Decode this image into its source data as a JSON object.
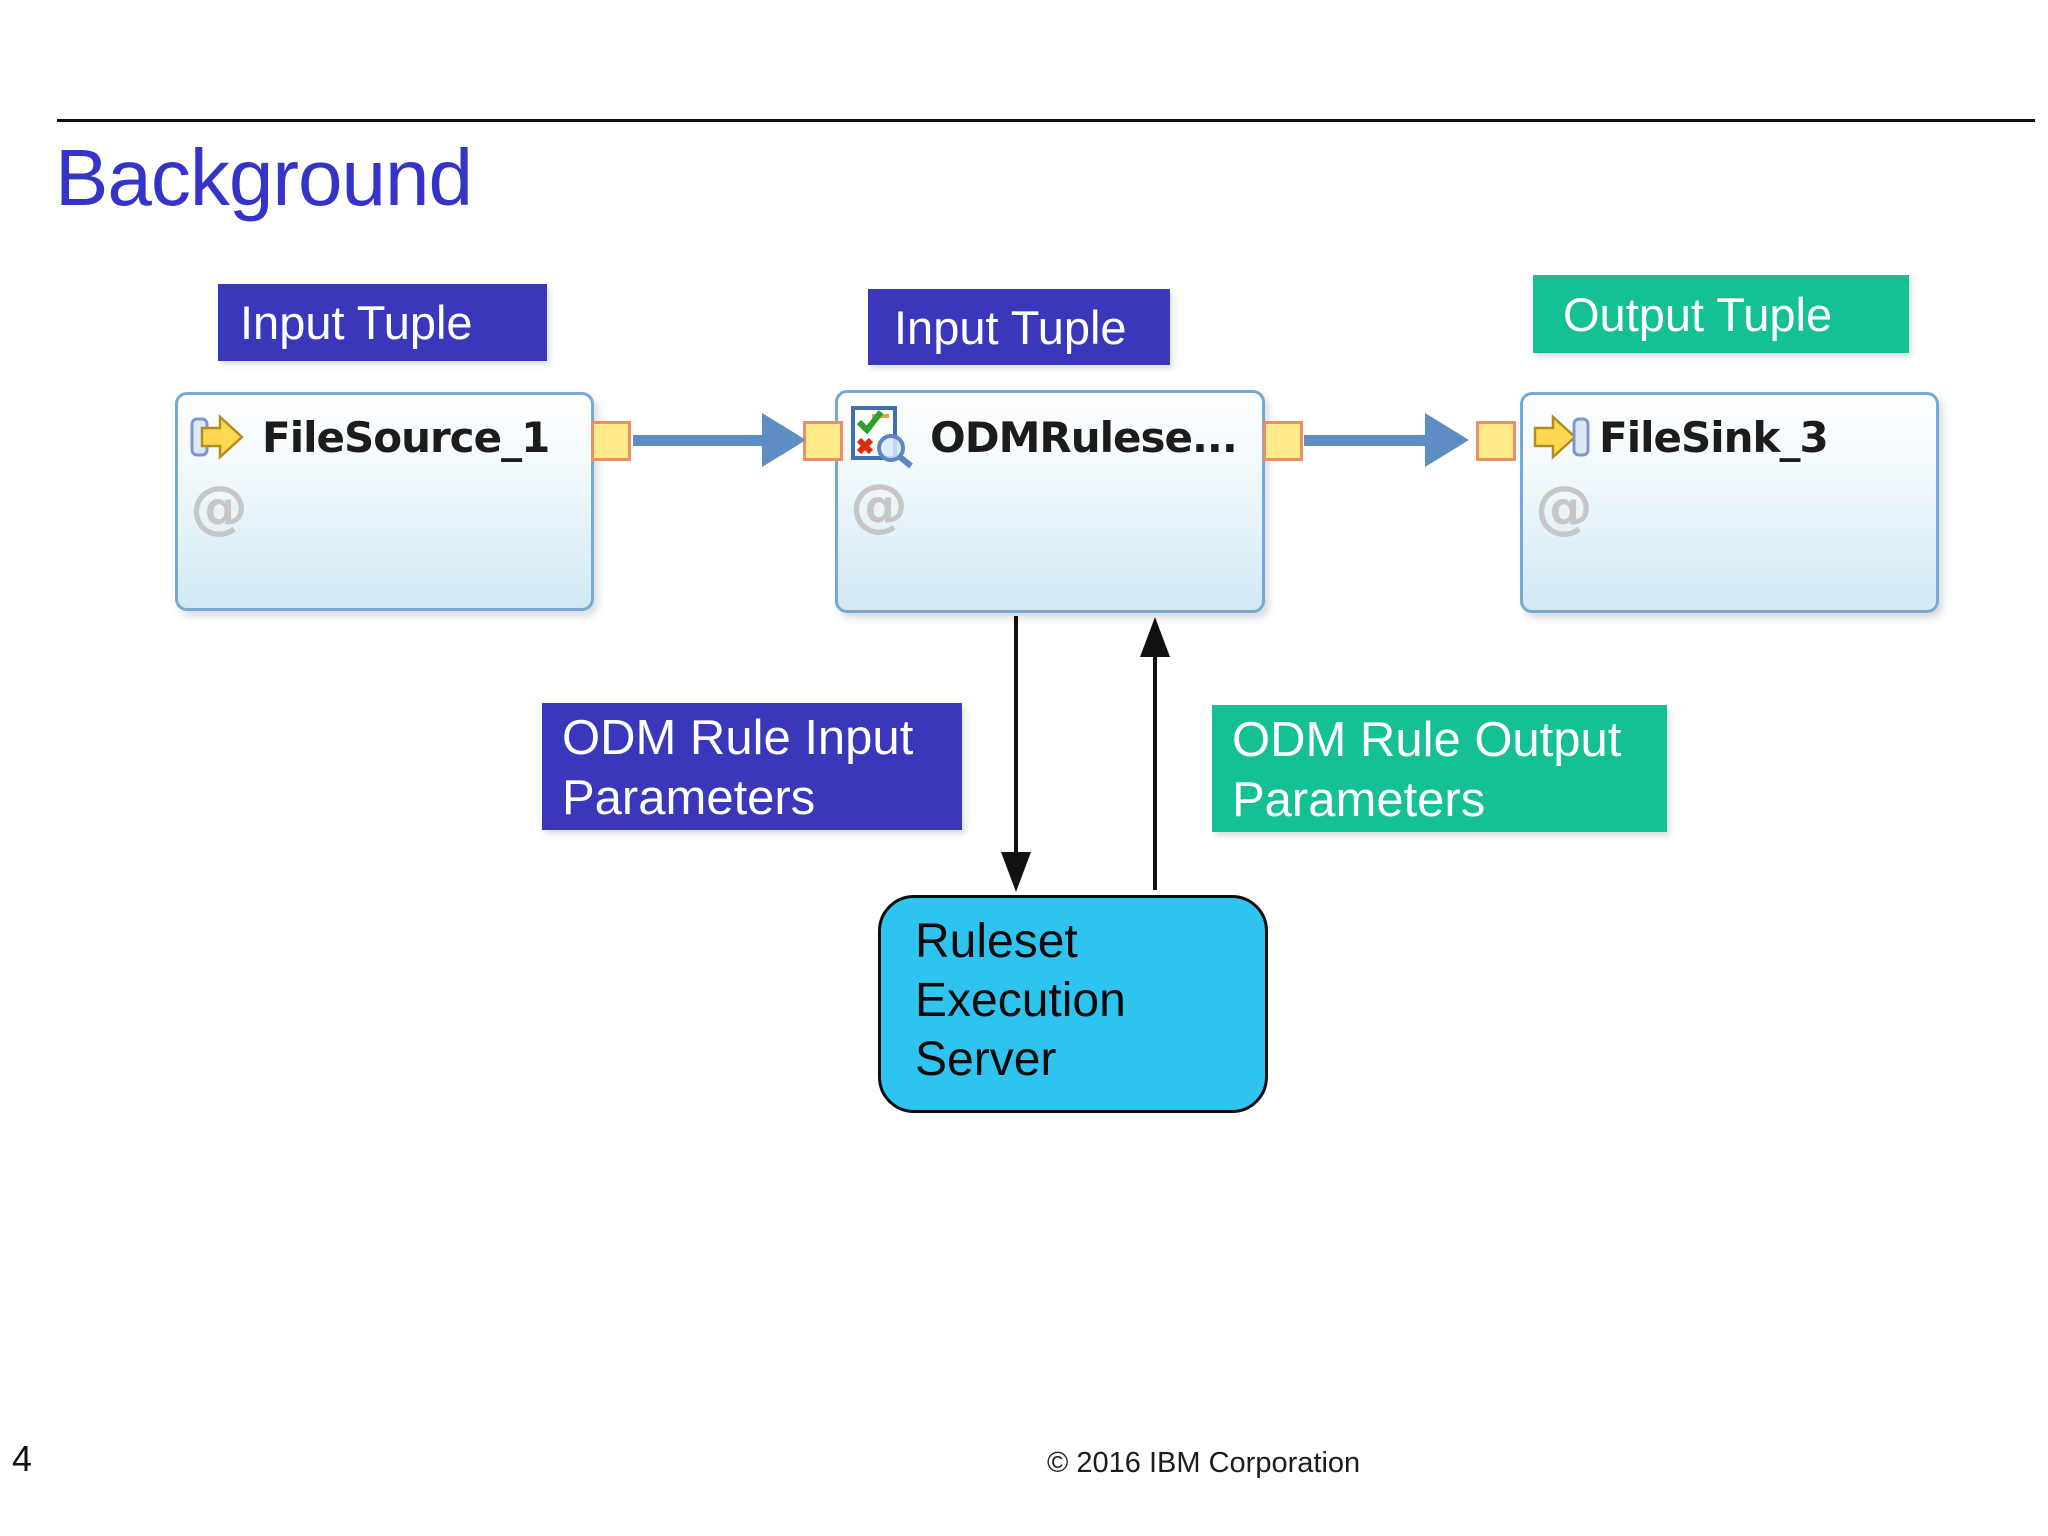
{
  "slide": {
    "title": "Background",
    "page_number": "4",
    "footer": "© 2016 IBM Corporation"
  },
  "diagram": {
    "labels": {
      "input_tuple_1": "Input Tuple",
      "input_tuple_2": "Input Tuple",
      "output_tuple": "Output Tuple",
      "odm_input": {
        "line1": "ODM Rule Input",
        "line2": "Parameters"
      },
      "odm_output": {
        "line1": "ODM Rule Output",
        "line2": "Parameters"
      }
    },
    "nodes": [
      {
        "name": "FileSource_1",
        "icon": "file-source-icon",
        "annotation": "@"
      },
      {
        "name": "ODMRulese...",
        "icon": "odm-ruleset-icon",
        "annotation": "@"
      },
      {
        "name": "FileSink_3",
        "icon": "file-sink-icon",
        "annotation": "@"
      }
    ],
    "res_server": {
      "line1": "Ruleset",
      "line2": "Execution",
      "line3": "Server"
    }
  },
  "colors": {
    "title_text": "#3534c8",
    "indigo_label_bg": "#3a37ba",
    "green_label_bg": "#14c094",
    "label_text": "#ffffff",
    "node_border": "#78a9d2",
    "node_fill_bottom": "#d2e9f4",
    "port_fill": "#ffeb8a",
    "port_border": "#ea8f66",
    "stream_connector": "#5d8dc4",
    "res_server_fill": "#2fc3f0"
  }
}
